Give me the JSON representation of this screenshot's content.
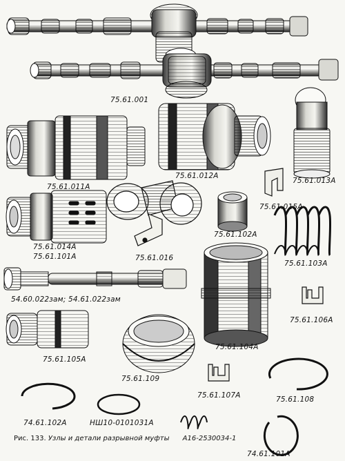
{
  "caption": {
    "prefix": "Рис. 133.",
    "text": "Узлы и детали разрывной муфты",
    "code": "А16-2530034-1"
  },
  "labels": {
    "p001": "75.61.001",
    "p011a": "75.61.011А",
    "p012a": "75.61.012А",
    "p013a": "75.61.013А",
    "p015a": "75.61.015А",
    "p014a": "75.61.014А",
    "p101a": "75.61.101А",
    "p016": "75.61.016",
    "p102a": "75.61.102А",
    "p103a": "75.61.103А",
    "p54": "54.60.022зам; 54.61.022зам",
    "p106a": "75.61.106А",
    "p104a": "75.61.104А",
    "p105a": "75.61.105А",
    "p109": "75.61.109",
    "p107a": "75.61.107А",
    "p108": "75.61.108",
    "p74_102a": "74.61.102А",
    "nsh": "НШ10-0101031А",
    "p74_101a": "74.61.101А"
  }
}
